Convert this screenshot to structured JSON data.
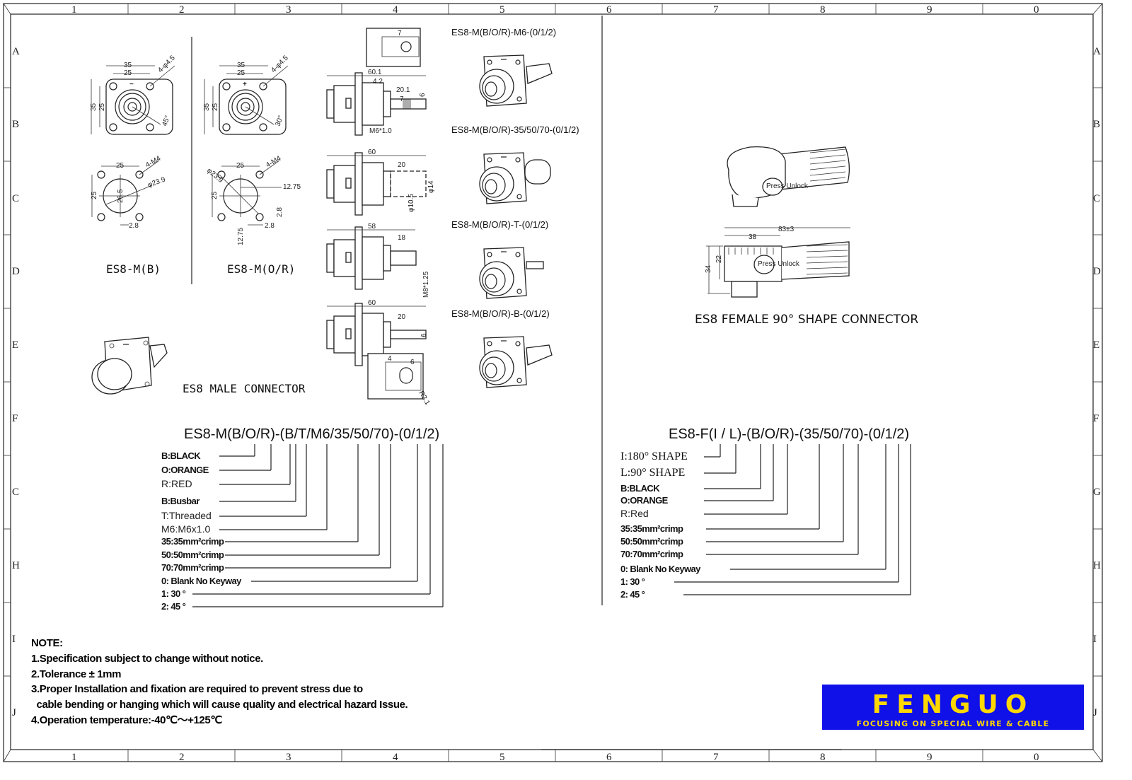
{
  "frame": {
    "columns": [
      "1",
      "2",
      "3",
      "4",
      "5",
      "6",
      "7",
      "8",
      "9",
      "0"
    ],
    "rows_left": [
      "A",
      "B",
      "C",
      "D",
      "E",
      "F",
      "C",
      "H",
      "I",
      "J"
    ],
    "rows_right": [
      "A",
      "B",
      "C",
      "D",
      "E",
      "F",
      "G",
      "H",
      "I",
      "J"
    ]
  },
  "male": {
    "front_views": [
      {
        "caption": "ES8-M(B)",
        "polarity": "−",
        "d35": "35",
        "d25": "25",
        "holes": "4-φ4.5",
        "angle": "45°"
      },
      {
        "caption": "ES8-M(O/R)",
        "polarity": "+",
        "d35": "35",
        "d25": "25",
        "holes": "4-φ4.5",
        "angle": "30°"
      }
    ],
    "cutouts": [
      {
        "d25a": "25",
        "d25b": "25",
        "thread": "4-M4",
        "dia": "φ23.9",
        "d265": "26.5",
        "d28": "2.8"
      },
      {
        "d25a": "25",
        "d25b": "25",
        "thread": "4-M4",
        "dia": "φ23.9",
        "d1275a": "12.75",
        "d1275b": "12.75",
        "d28a": "2.8",
        "d28b": "2.8"
      }
    ],
    "side_views": [
      {
        "length": "60.1",
        "flange": "4.2",
        "pin": "20.1",
        "tip": "7",
        "height": "6",
        "thread": "M6*1.0",
        "top": "7"
      },
      {
        "length": "60",
        "pin": "20",
        "outer": "φ14",
        "inner": "φ10.5"
      },
      {
        "length": "58",
        "pin": "18",
        "thread": "M8*1.25"
      },
      {
        "length": "60",
        "pin": "20",
        "height": "6",
        "slot_a": "4",
        "slot_b": "6",
        "radius": "R3.1"
      }
    ],
    "variants": [
      "ES8-M(B/O/R)-M6-(0/1/2)",
      "ES8-M(B/O/R)-35/50/70-(0/1/2)",
      "ES8-M(B/O/R)-T-(0/1/2)",
      "ES8-M(B/O/R)-B-(0/1/2)"
    ],
    "caption": "ES8 MALE CONNECTOR",
    "code": "ES8-M(B/O/R)-(B/T/M6/35/50/70)-(0/1/2)",
    "legend": [
      {
        "text": "B:BLACK",
        "bold": true
      },
      {
        "text": "O:ORANGE",
        "bold": true
      },
      {
        "text": "R:RED",
        "bold": false
      },
      {
        "text": "B:Busbar",
        "bold": true
      },
      {
        "text": "T:Threaded",
        "bold": false
      },
      {
        "text": "M6:M6x1.0",
        "bold": false
      },
      {
        "text": "35:35mm²crimp",
        "bold": true
      },
      {
        "text": "50:50mm²crimp",
        "bold": true
      },
      {
        "text": "70:70mm²crimp",
        "bold": true
      },
      {
        "text": "0: Blank No Keyway",
        "bold": true
      },
      {
        "text": "1: 30 °",
        "bold": true
      },
      {
        "text": "2: 45 °",
        "bold": true
      }
    ]
  },
  "female": {
    "caption": "ES8 FEMALE 90° SHAPE CONNECTOR",
    "dims": {
      "length": "83±3",
      "body": "38",
      "height": "34",
      "inner": "22"
    },
    "button_text": "Press Unlock",
    "code": "ES8-F(I / L)-(B/O/R)-(35/50/70)-(0/1/2)",
    "legend": [
      {
        "text": "I:180° SHAPE",
        "style": "serif"
      },
      {
        "text": "L:90° SHAPE",
        "style": "serif"
      },
      {
        "text": "B:BLACK",
        "style": "bold"
      },
      {
        "text": "O:ORANGE",
        "style": "bold"
      },
      {
        "text": "R:Red",
        "style": "normal"
      },
      {
        "text": "35:35mm²crimp",
        "style": "bold"
      },
      {
        "text": "50:50mm²crimp",
        "style": "bold"
      },
      {
        "text": "70:70mm²crimp",
        "style": "bold"
      },
      {
        "text": "0: Blank No Keyway",
        "style": "bold"
      },
      {
        "text": "1: 30 °",
        "style": "bold"
      },
      {
        "text": "2: 45 °",
        "style": "bold"
      }
    ]
  },
  "notes": {
    "title": "NOTE:",
    "lines": [
      "1.Specification subject to change without notice.",
      "2.Tolerance ± 1mm",
      "3.Proper Installation and fixation are required to prevent stress due to",
      "  cable bending or hanging which will cause quality and electrical hazard Issue.",
      "4.Operation temperature:-40℃～+125℃"
    ]
  },
  "logo": {
    "name": "FENGUO",
    "tagline": "FOCUSING ON SPECIAL WIRE & CABLE",
    "colors": {
      "background": "#1010e8",
      "text": "#ffd800"
    }
  }
}
